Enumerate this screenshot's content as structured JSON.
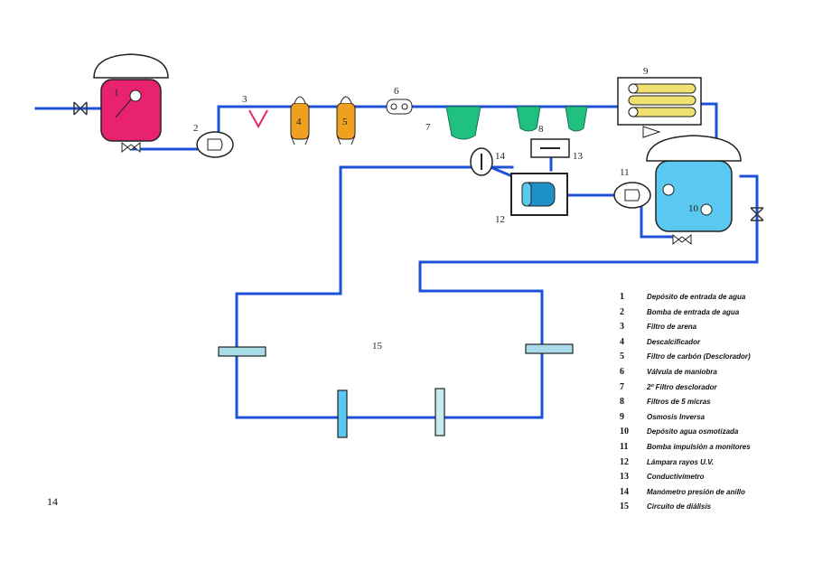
{
  "diagram": {
    "components": [
      {
        "id": "1",
        "label": "1"
      },
      {
        "id": "2",
        "label": "2"
      },
      {
        "id": "3",
        "label": "3"
      },
      {
        "id": "4",
        "label": "4"
      },
      {
        "id": "5",
        "label": "5"
      },
      {
        "id": "6",
        "label": "6"
      },
      {
        "id": "7",
        "label": "7"
      },
      {
        "id": "8",
        "label": "8"
      },
      {
        "id": "9",
        "label": "9"
      },
      {
        "id": "10",
        "label": "10"
      },
      {
        "id": "11",
        "label": "11"
      },
      {
        "id": "12",
        "label": "12"
      },
      {
        "id": "13",
        "label": "13"
      },
      {
        "id": "14",
        "label": "14"
      },
      {
        "id": "15",
        "label": "15"
      }
    ],
    "colors": {
      "pipe": "#1e50d8",
      "tank_inlet": "#e8226e",
      "tank_outlet": "#5ac8f0",
      "decalcifier": "#f0a020",
      "filter": "#20c080",
      "osmosis": "#f0e070",
      "dialysis_port": "#a8dce8"
    }
  },
  "legend": {
    "items": [
      {
        "num": "1",
        "text": "Depósito de entrada de agua"
      },
      {
        "num": "2",
        "text": "Bomba de entrada de agua"
      },
      {
        "num": "3",
        "text": "Filtro de arena"
      },
      {
        "num": "4",
        "text": "Descalcificador"
      },
      {
        "num": "5",
        "text": "Filtro de carbón (Desclorador)"
      },
      {
        "num": "6",
        "text": "Válvula de maniobra"
      },
      {
        "num": "7",
        "text": "2º Filtro desclorador"
      },
      {
        "num": "8",
        "text": "Filtros de 5 micras"
      },
      {
        "num": "9",
        "text": "Osmosis Inversa"
      },
      {
        "num": "10",
        "text": "Depósito agua osmotizada"
      },
      {
        "num": "11",
        "text": "Bomba impulsión a monitores"
      },
      {
        "num": "12",
        "text": "Lámpara rayos U.V."
      },
      {
        "num": "13",
        "text": "Conductivímetro"
      },
      {
        "num": "14",
        "text": "Manómetro presión de anillo"
      },
      {
        "num": "15",
        "text": "Circuito de diálisis"
      }
    ]
  },
  "page_number": "14"
}
